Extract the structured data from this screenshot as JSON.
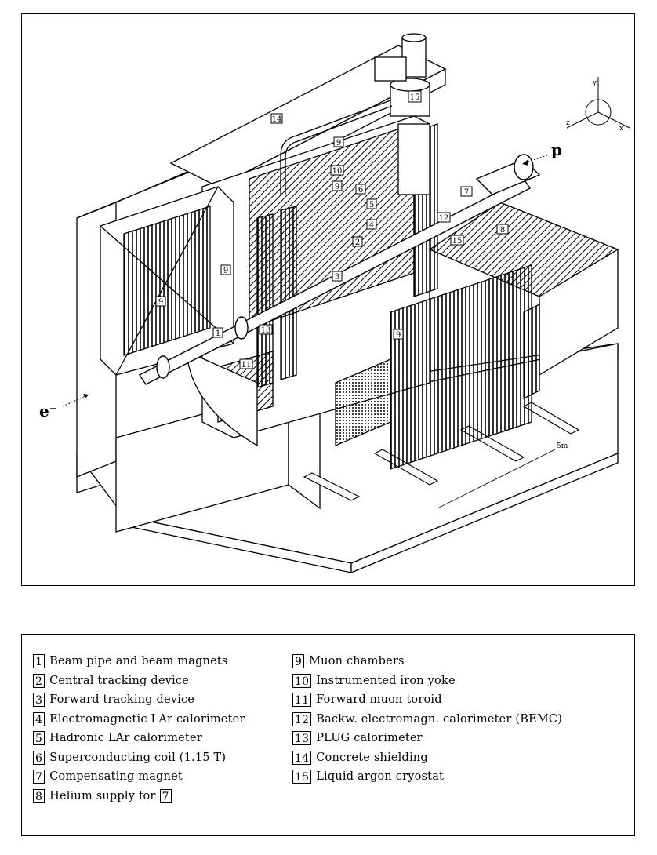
{
  "figure": {
    "incoming_electron_label": "e⁻",
    "incoming_proton_label": "p",
    "axes_labels": {
      "vertical": "y",
      "right": "x",
      "left": "z"
    },
    "scale_label": "5m",
    "callouts": [
      "1",
      "2",
      "3",
      "4",
      "5",
      "6",
      "7",
      "8",
      "9",
      "10",
      "11",
      "12",
      "13",
      "14",
      "15"
    ]
  },
  "legend": {
    "left": [
      {
        "num": "1",
        "text": "Beam pipe and beam magnets"
      },
      {
        "num": "2",
        "text": "Central tracking device"
      },
      {
        "num": "3",
        "text": "Forward tracking device"
      },
      {
        "num": "4",
        "text": "Electromagnetic LAr calorimeter"
      },
      {
        "num": "5",
        "text": "Hadronic LAr calorimeter"
      },
      {
        "num": "6",
        "text": "Superconducting coil (1.15 T)"
      },
      {
        "num": "7",
        "text": "Compensating magnet"
      },
      {
        "num": "8",
        "text": "Helium supply for",
        "ref": "7"
      }
    ],
    "right": [
      {
        "num": "9",
        "text": "Muon chambers"
      },
      {
        "num": "10",
        "text": "Instrumented iron yoke"
      },
      {
        "num": "11",
        "text": "Forward muon toroid"
      },
      {
        "num": "12",
        "text": "Backw. electromagn. calorimeter (BEMC)"
      },
      {
        "num": "13",
        "text": "PLUG calorimeter"
      },
      {
        "num": "14",
        "text": "Concrete shielding"
      },
      {
        "num": "15",
        "text": "Liquid argon cryostat"
      }
    ]
  }
}
